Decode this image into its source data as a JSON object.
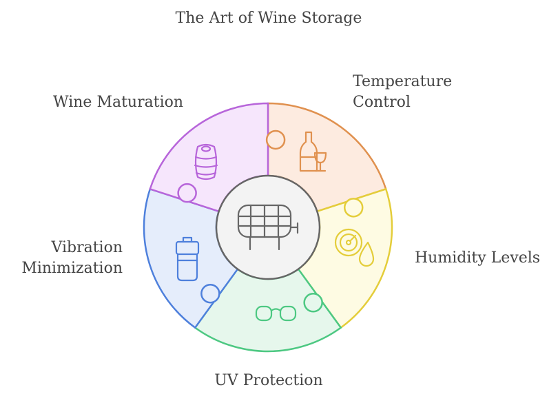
{
  "title": "The Art of Wine Storage",
  "center": {
    "icon": "wine-barrel-icon",
    "color": "#666666"
  },
  "segments": [
    {
      "id": "temperature-control",
      "label_lines": [
        "Temperature",
        "Control"
      ],
      "icon": "wine-bottle-glass-icon",
      "color": "#E0914F",
      "fill": "#FDEBE0"
    },
    {
      "id": "humidity-levels",
      "label_lines": [
        "Humidity Levels"
      ],
      "icon": "gauge-droplet-icon",
      "color": "#E4CD3A",
      "fill": "#FEFBE3"
    },
    {
      "id": "uv-protection",
      "label_lines": [
        "UV Protection"
      ],
      "icon": "sunglasses-icon",
      "color": "#4DC882",
      "fill": "#E6F7EC"
    },
    {
      "id": "vibration-minimization",
      "label_lines": [
        "Vibration",
        "Minimization"
      ],
      "icon": "cooler-icon",
      "color": "#4E80DC",
      "fill": "#E5EDFB"
    },
    {
      "id": "wine-maturation",
      "label_lines": [
        "Wine Maturation"
      ],
      "icon": "cask-icon",
      "color": "#B765DA",
      "fill": "#F6E6FC"
    }
  ]
}
